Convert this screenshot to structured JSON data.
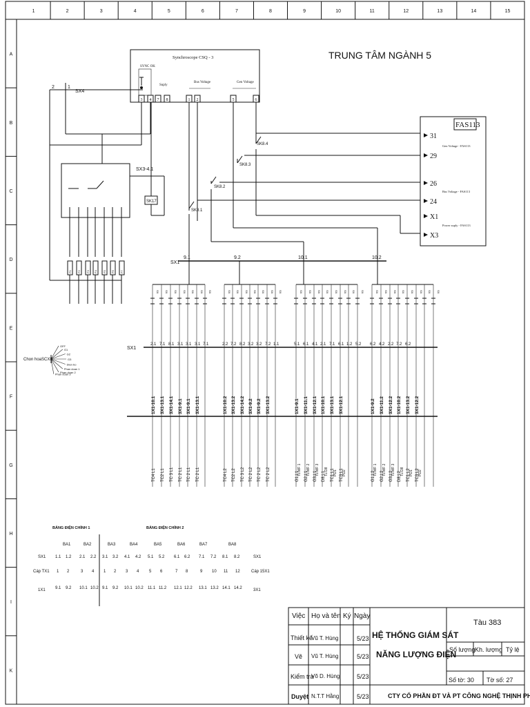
{
  "frame": {
    "columns": [
      "1",
      "2",
      "3",
      "4",
      "5",
      "6",
      "7",
      "8",
      "9",
      "10",
      "11",
      "12",
      "13",
      "14",
      "15"
    ],
    "rows": [
      "A",
      "B",
      "C",
      "D",
      "E",
      "F",
      "G",
      "H",
      "I",
      "K"
    ]
  },
  "header_title": "TRUNG TÂM NGÀNH 5",
  "synchroscope": {
    "title": "Synchroscope CSQ - 3",
    "sync_ok": "SYNC OK",
    "supply": "Suply",
    "bus_voltage": "Bus Voltage",
    "gen_voltage": "Gen Voltage",
    "terminals": [
      "3",
      "4",
      "7",
      "8",
      "1",
      "2",
      "5",
      "6"
    ]
  },
  "fas": {
    "title": "FAS113",
    "terminals": [
      "31",
      "29",
      "26",
      "24",
      "X1",
      "X3"
    ],
    "gen_label": "Gen Voltage - FAS113",
    "bus_label": "Bus Voltage - FAS113",
    "power_label": "Power suply - FAS113"
  },
  "switches": {
    "sx4": "SX4",
    "sk84": "SK8.4",
    "sk83": "SK8.3",
    "sk82": "SK8.2",
    "sk81": "SK8.1",
    "sk17": "SK17",
    "sx3": "SX3-4.1",
    "left_nums": [
      "2",
      "1"
    ]
  },
  "bus": {
    "label": "SX1",
    "taps": [
      "9.1",
      "9.2",
      "10.1",
      "10.2"
    ]
  },
  "fuses": [
    "F1",
    "F2",
    "F3",
    "F4",
    "F5",
    "F6",
    "F7"
  ],
  "sx1_label": "SX1",
  "sx1_values": [
    "2.1",
    "7.1",
    "8.1",
    "3.1",
    "3.1",
    "3.1",
    "7.1",
    "2.2",
    "7.2",
    "8.2",
    "3.2",
    "3.2",
    "7.2",
    "1.1",
    "5.1",
    "6.1",
    "4.1",
    "2.1",
    "7.1",
    "6.1",
    "1.2",
    "5.2",
    "6.2",
    "4.2",
    "2.2",
    "7.2",
    "6.2"
  ],
  "row_f_labels": [
    "1X1-10.1",
    "3X1-13.1",
    "3X1-14.1",
    "3X1-9.1",
    "3X1-9.1",
    "3X1-13.1",
    "1X1-10.2",
    "3X1-13.2",
    "3X1-14.2",
    "3X1-9.2",
    "3X1-9.2",
    "3X1-13.2",
    "1X1-9.1",
    "3X1-11.1",
    "3X1-12.1",
    "1X1-10.1",
    "3X1-13.1",
    "3X1-12.1",
    "1X1-9.2",
    "3X1-11.2",
    "3X1-12.2",
    "1X1-10.2",
    "3X1-13.2",
    "3X1-12.2"
  ],
  "row_g_labels": [
    "TC4 L1",
    "TC2 L1",
    "TC 3 L1",
    "TC 2 L1",
    "TC 2 L1",
    "TC 2 L1",
    "TC4 L2",
    "TC2 L2",
    "TC 3 L2",
    "TC 2 L2",
    "TC 2 L2",
    "TC 2 L2",
    "G1 L1",
    "G2 L1",
    "G3 L1",
    "D8 L1",
    "TC1 L1",
    "TC3 L1",
    "G1 L2",
    "G2 L2",
    "G3 L2",
    "D8 L2",
    "TC1 L2",
    "TC3 L2"
  ],
  "row_g2_labels": [
    "Tu MF 1",
    "Tu MF 2",
    "Tu MF 3",
    "Tu D8",
    "PD1",
    "PD2",
    "Tu MF 1",
    "Tu MF 2",
    "Tu MF 3",
    "Tu D8",
    "PD1",
    "PD2"
  ],
  "selector": {
    "label": "Chon hoa",
    "code": "SCX8",
    "pos": [
      "OFF",
      "G1",
      "G2",
      "G3",
      "Dien bo",
      "Phan doan 1",
      "Phan doan 2",
      "Phan doan 3"
    ]
  },
  "table": {
    "group1": "BẢNG ĐIỆN CHÍNH 1",
    "group2": "BẢNG ĐIỆN CHÍNH 2",
    "ba": [
      "BA1",
      "BA2",
      "BA3",
      "BA4",
      "BA5",
      "BA6",
      "BA7",
      "BA8"
    ],
    "row1_label": "SX1",
    "row1": [
      "1.1",
      "1.2",
      "2.1",
      "2.2",
      "3.1",
      "3.2",
      "4.1",
      "4.2",
      "5.1",
      "5.2",
      "6.1",
      "6.2",
      "7.1",
      "7.2",
      "8.1",
      "8.2"
    ],
    "row1_end": "SX1",
    "row2_label": "Cáp TX1",
    "row2": [
      "1",
      "2",
      "3",
      "4",
      "1",
      "2",
      "3",
      "4",
      "5",
      "6",
      "7",
      "8",
      "9",
      "10",
      "11",
      "12"
    ],
    "row2_end": "Cáp 15X1",
    "row3_label": "1X1",
    "row3": [
      "9.1",
      "9.2",
      "10.1",
      "10.2",
      "9.1",
      "9.2",
      "10.1",
      "10.2",
      "11.1",
      "11.2",
      "12.1",
      "12.2",
      "13.1",
      "13.2",
      "14.1",
      "14.2"
    ],
    "row3_end": "3X1"
  },
  "titleblock": {
    "headers": [
      "Việc",
      "Họ và tên",
      "Ký",
      "Ngày"
    ],
    "rows": [
      {
        "role": "Thiết kế",
        "name": "Vũ T. Hùng",
        "date": "5/23"
      },
      {
        "role": "Vẽ",
        "name": "Vũ T. Hùng",
        "date": "5/23"
      },
      {
        "role": "Kiểm tra",
        "name": "Võ D. Hùng",
        "date": "5/23"
      },
      {
        "role": "Duyệt",
        "name": "N.T.T Hằng",
        "date": "5/23"
      }
    ],
    "title_line1": "HỆ THỐNG GIÁM SÁT",
    "title_line2": "NĂNG LƯỢNG ĐIỆN",
    "ship": "Tàu 383",
    "qty": "Số lượng",
    "weight": "Kh. lượng",
    "scale": "Tỷ lệ",
    "sheet": "Số tờ: 30",
    "sheet_no": "Tờ số: 27",
    "company": "CTY CỔ PHẦN ĐT VÀ PT CÔNG NGHỆ THỊNH PHÁT"
  }
}
